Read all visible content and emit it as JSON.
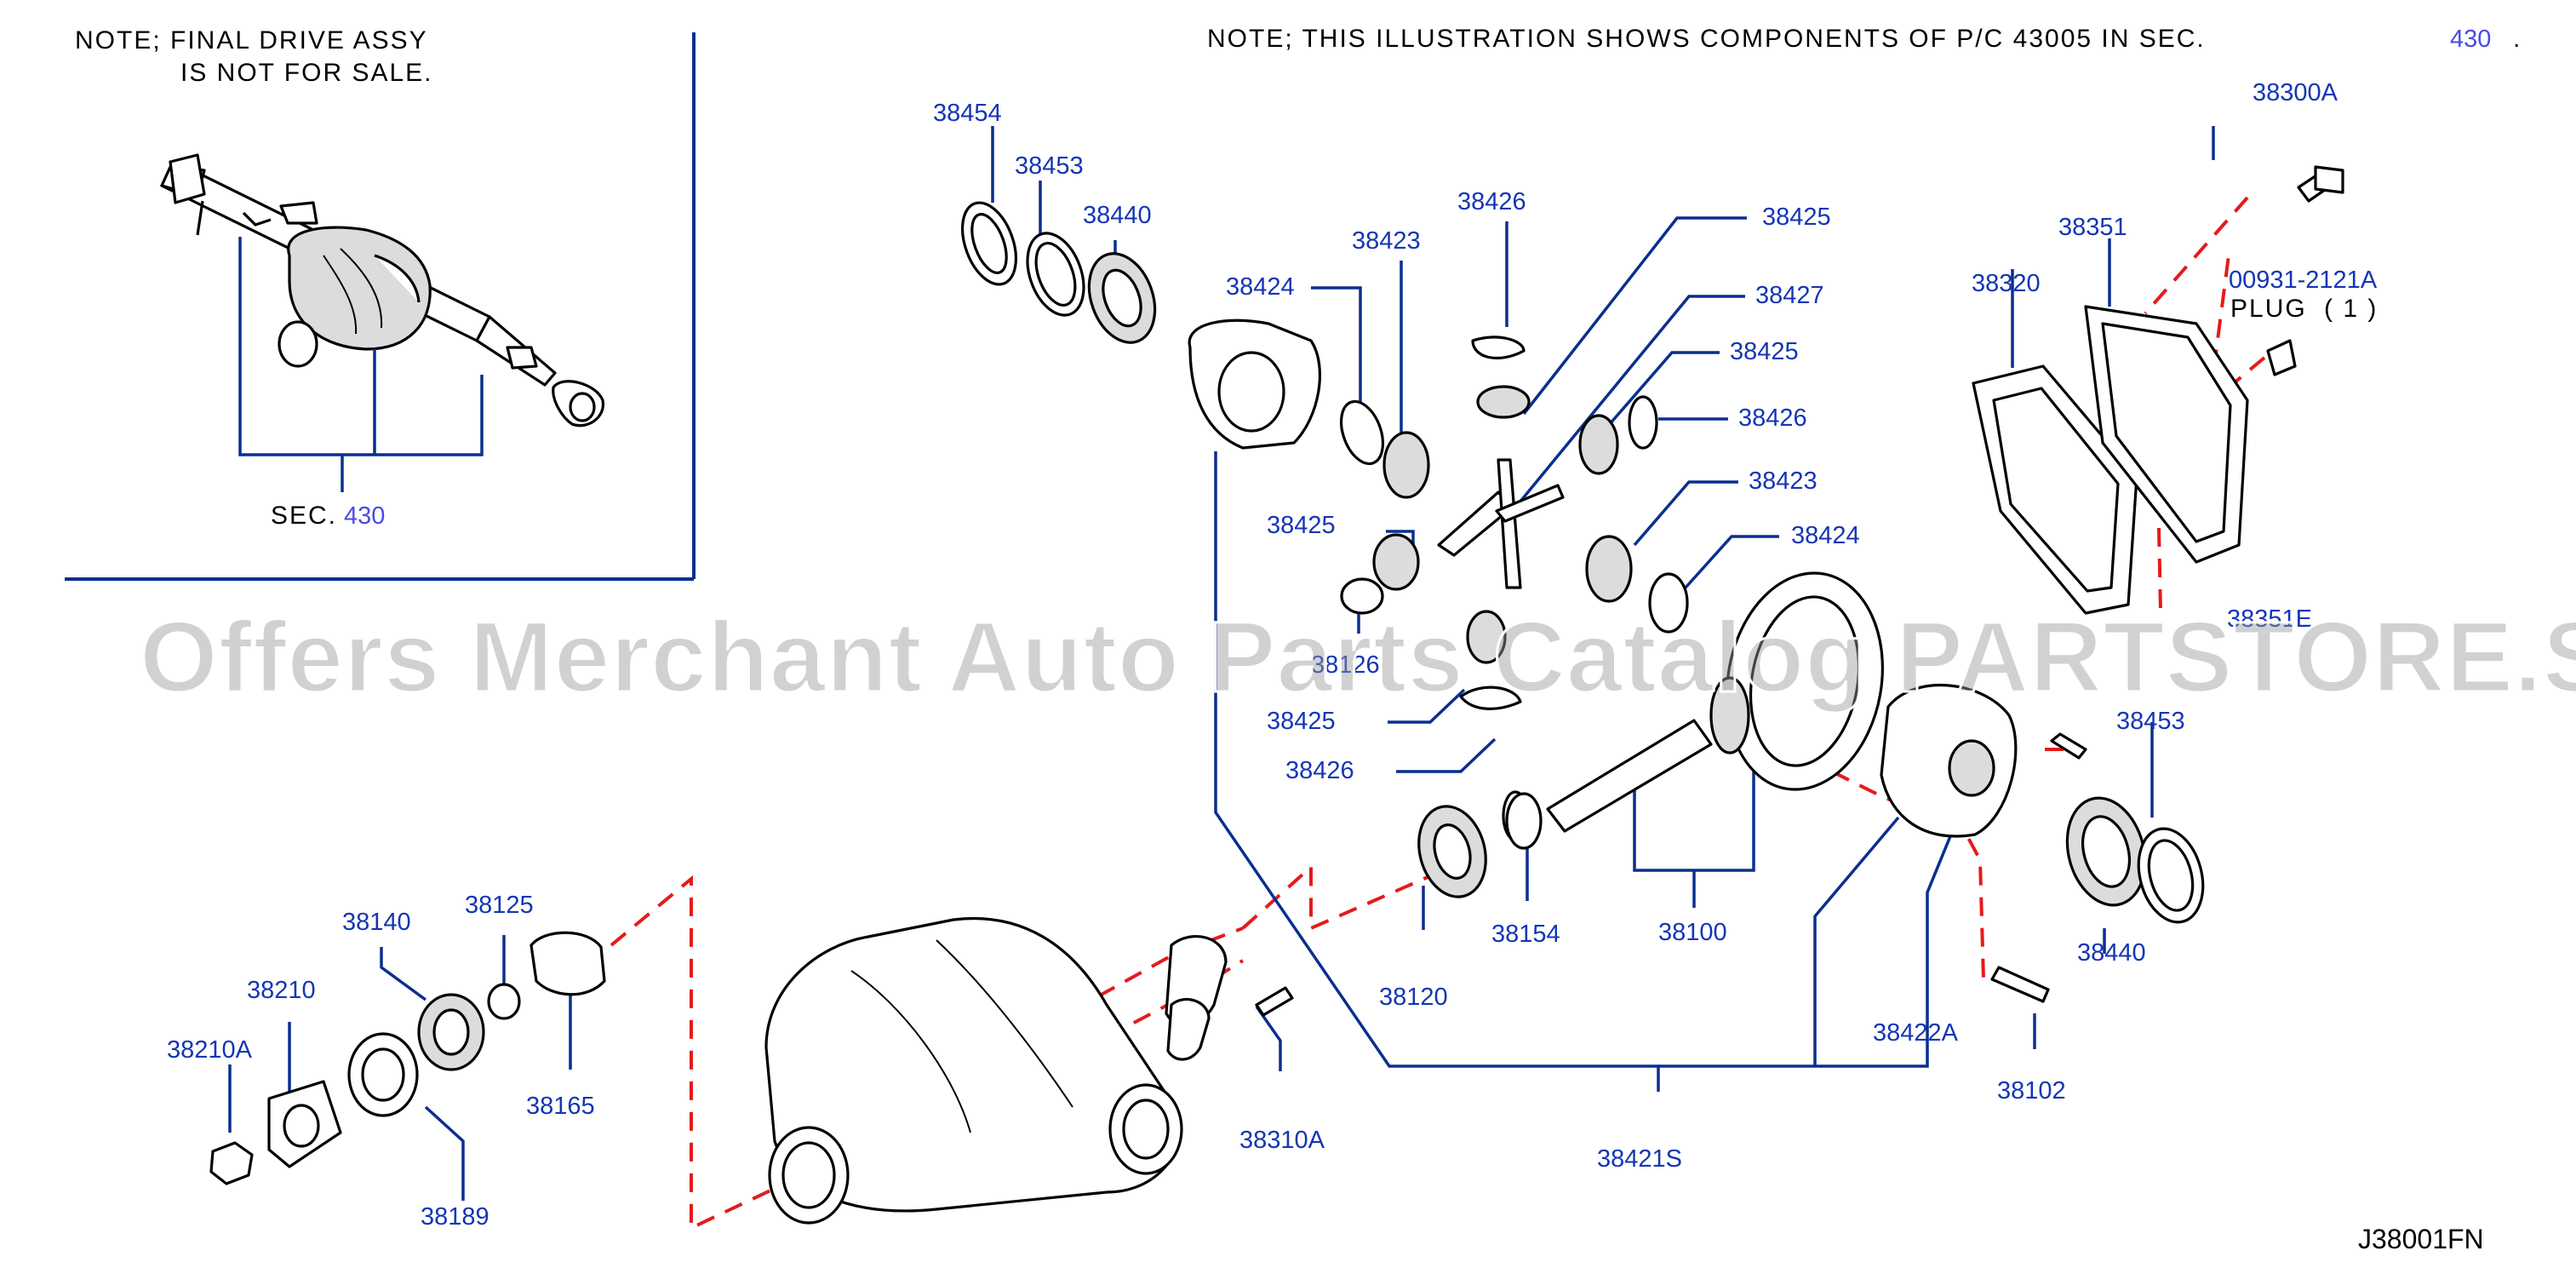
{
  "notes": {
    "left_line1": "NOTE;  FINAL  DRIVE  ASSY",
    "left_line2": "IS  NOT  FOR  SALE.",
    "top": "NOTE;  THIS  ILLUSTRATION  SHOWS  COMPONENTS  OF  P/C  43005  IN  SEC.",
    "top_link": "430",
    "top_end": "."
  },
  "inset": {
    "sec_label": "SEC.",
    "sec_link": "430"
  },
  "watermark": "Offers Merchant Auto Parts Catalog PARTSTORE.SA",
  "diagram_code": "J38001FN",
  "plug": {
    "label": "PLUG",
    "qty": "( 1 )"
  },
  "parts": {
    "p38454": "38454",
    "p38453a": "38453",
    "p38440a": "38440",
    "p38424a": "38424",
    "p38423a": "38423",
    "p38426a": "38426",
    "p38425a": "38425",
    "p38427": "38427",
    "p38425b": "38425",
    "p38426b": "38426",
    "p38423b": "38423",
    "p38424b": "38424",
    "p38425c": "38425",
    "p38426c": "38126",
    "p38425d": "38425",
    "p38426d": "38426",
    "p38300A": "38300A",
    "p38351": "38351",
    "p00931": "00931-2121A",
    "p38320": "38320",
    "p38351E": "38351E",
    "p38453b": "38453",
    "p38440b": "38440",
    "p38422A": "38422A",
    "p38102": "38102",
    "p38100": "38100",
    "p38154": "38154",
    "p38120": "38120",
    "p38421S": "38421S",
    "p38310A": "38310A",
    "p38140": "38140",
    "p38125": "38125",
    "p38210": "38210",
    "p38210A": "38210A",
    "p38165": "38165",
    "p38189": "38189"
  }
}
